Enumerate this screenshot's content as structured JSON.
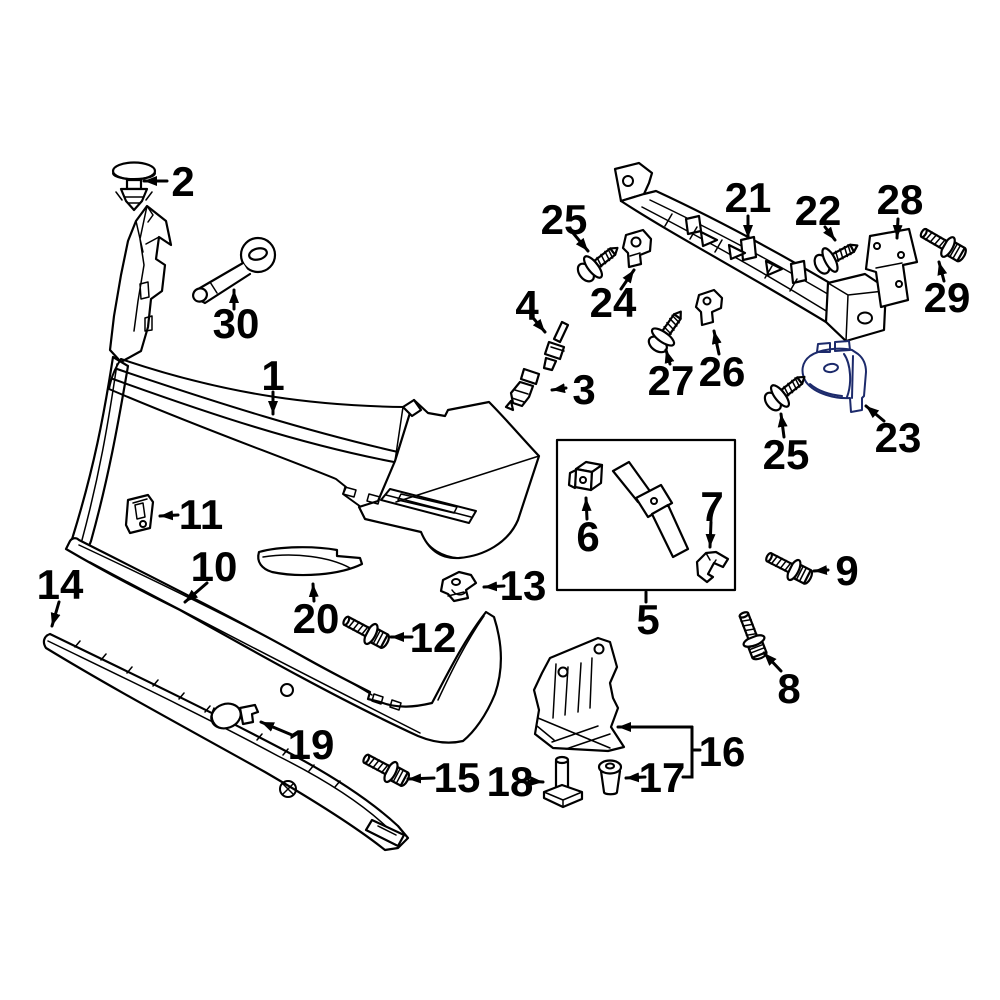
{
  "figure": {
    "highlighted_callout": "23",
    "colors": {
      "background": "#ffffff",
      "line": "#000000",
      "highlight_fill": "#3c63b5",
      "highlight_outline": "#1c2a6b"
    },
    "callouts": {
      "c1": {
        "label": "1"
      },
      "c2": {
        "label": "2"
      },
      "c3": {
        "label": "3"
      },
      "c4": {
        "label": "4"
      },
      "c5": {
        "label": "5"
      },
      "c6": {
        "label": "6"
      },
      "c7": {
        "label": "7"
      },
      "c8": {
        "label": "8"
      },
      "c9": {
        "label": "9"
      },
      "c10": {
        "label": "10"
      },
      "c11": {
        "label": "11"
      },
      "c12": {
        "label": "12"
      },
      "c13": {
        "label": "13"
      },
      "c14": {
        "label": "14"
      },
      "c15": {
        "label": "15"
      },
      "c16": {
        "label": "16"
      },
      "c17": {
        "label": "17"
      },
      "c18": {
        "label": "18"
      },
      "c19": {
        "label": "19"
      },
      "c20": {
        "label": "20"
      },
      "c21": {
        "label": "21"
      },
      "c22": {
        "label": "22"
      },
      "c23": {
        "label": "23"
      },
      "c24": {
        "label": "24"
      },
      "c25": {
        "label": "25"
      },
      "c26": {
        "label": "26"
      },
      "c27": {
        "label": "27"
      },
      "c28": {
        "label": "28"
      },
      "c29": {
        "label": "29"
      },
      "c30": {
        "label": "30"
      }
    }
  }
}
